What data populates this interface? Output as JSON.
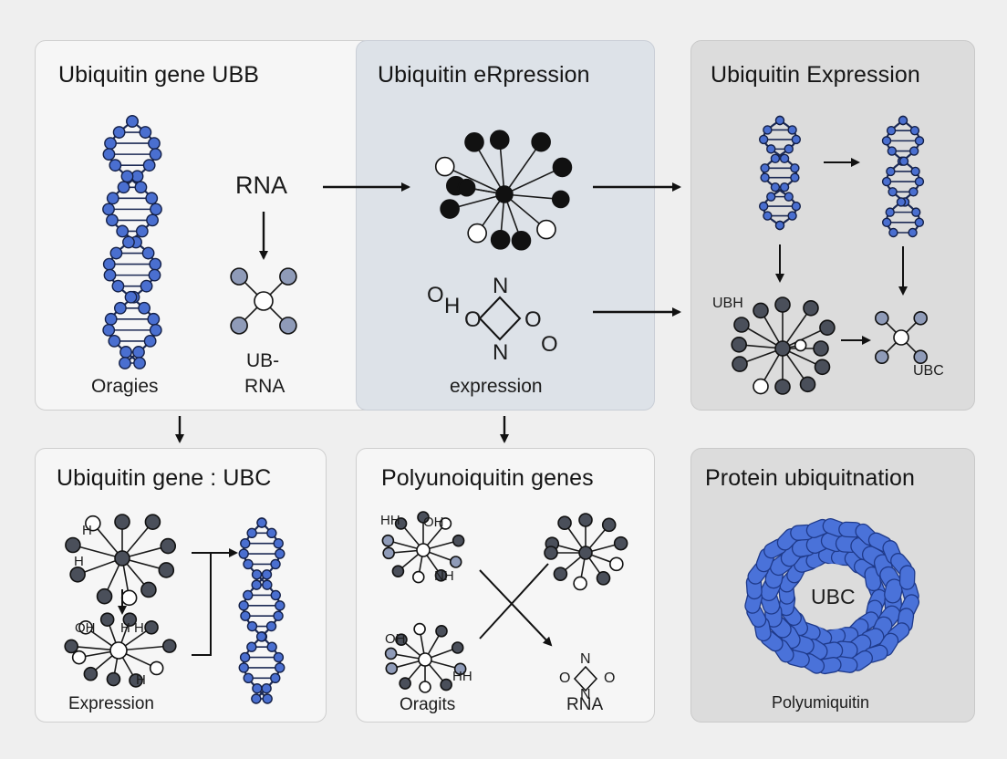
{
  "panels": {
    "gene_ubb": {
      "title": "Ubiquitin gene UBB",
      "label_left": "Oragies",
      "label_rna": "RNA",
      "label_ub": "UB-",
      "label_ub_rna": "RNA"
    },
    "expression_mid": {
      "title": "Ubiquitin  eRpression",
      "atom_o": "O",
      "atom_h": "H",
      "ring_n_top": "N",
      "ring_o_left": "O",
      "ring_o_right": "O",
      "ring_n_bottom": "N",
      "atom_o_extra": "O",
      "label": "expression"
    },
    "expression_right": {
      "title": "Ubiquitin Expression",
      "label_ubh": "UBH",
      "label_ubc": "UBC"
    },
    "gene_ubc": {
      "title": "Ubiquitin gene : UBC",
      "h1": "H",
      "h2": "H",
      "h3": "H H",
      "oh": "OH",
      "h4": "H",
      "label": "Expression"
    },
    "polyubiquitin_genes": {
      "title": "Polyunoiquitin genes",
      "hh": "HH",
      "oh1": "OH",
      "nh": "NH",
      "oh2": "OH",
      "hh2": "HH",
      "label_left": "Oragits",
      "ring_n_top": "N",
      "ring_o_left": "O",
      "ring_o_right": "O",
      "ring_n_bottom": "N",
      "label_rna": "RNA"
    },
    "protein": {
      "title": "Protein ubiquitnation",
      "center_label": "UBC",
      "label": "Polyumiquitin"
    }
  },
  "colors": {
    "dna_blue": "#4a6fd0",
    "mol_dark": "#4a4f5a",
    "mol_light": "#8f9bb8",
    "protein_blue": "#4a72d9",
    "arrow": "#111111"
  }
}
